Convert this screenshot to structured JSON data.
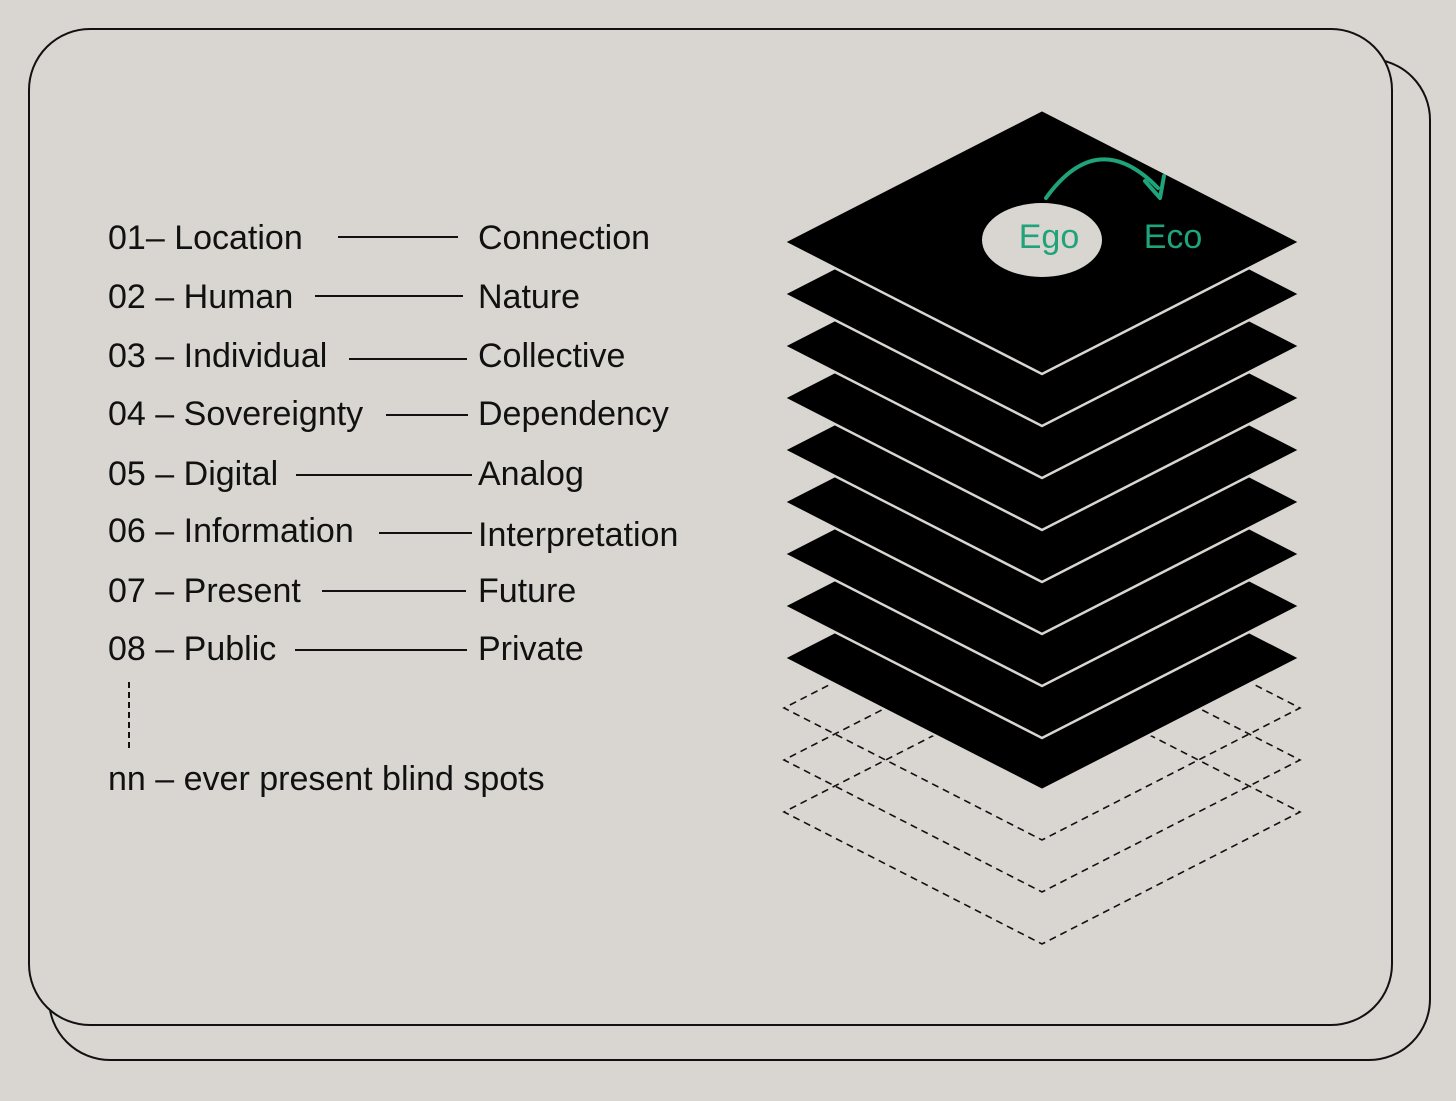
{
  "pairs": [
    {
      "num": "01",
      "left": "Location",
      "right": "Connection"
    },
    {
      "num": "02",
      "left": "Human",
      "right": "Nature"
    },
    {
      "num": "03",
      "left": "Individual",
      "right": "Collective"
    },
    {
      "num": "04",
      "left": "Sovereignty",
      "right": "Dependency"
    },
    {
      "num": "05",
      "left": "Digital",
      "right": "Analog"
    },
    {
      "num": "06",
      "left": "Information",
      "right": "Interpretation"
    },
    {
      "num": "07",
      "left": "Present",
      "right": "Future"
    },
    {
      "num": "08",
      "left": "Public",
      "right": "Private"
    }
  ],
  "footer_label": "nn – ever present blind spots",
  "stack": {
    "solid_layers": 9,
    "dashed_layers": 3,
    "top_label_left": "Ego",
    "top_label_right": "Eco",
    "accent_color": "#1fa37a",
    "layer_color": "#000000",
    "background_color": "#d9d6d1"
  }
}
